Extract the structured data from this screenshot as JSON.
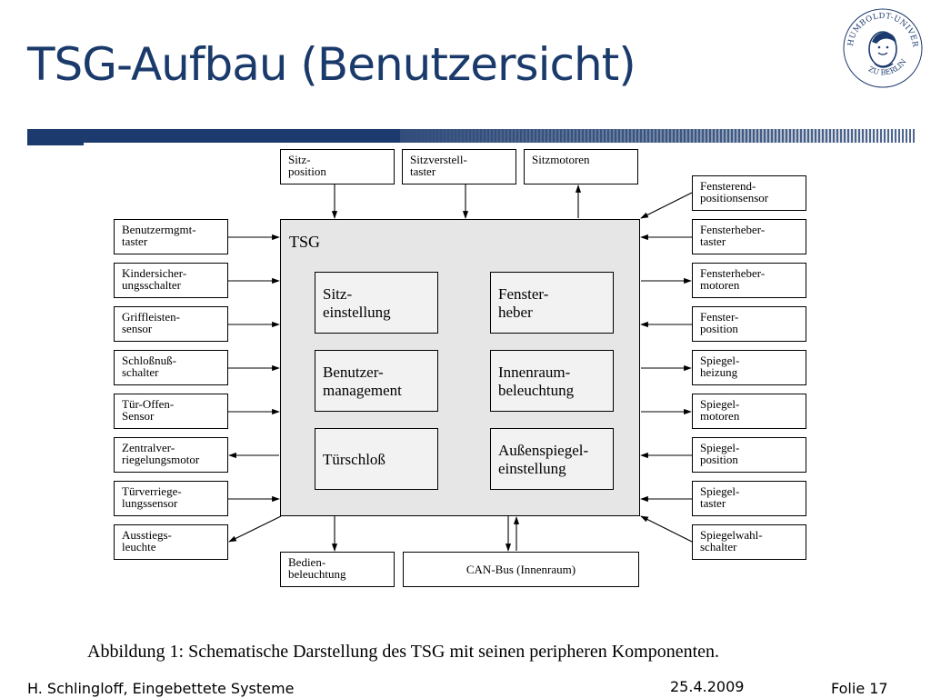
{
  "slide": {
    "title": "TSG-Aufbau (Benutzersicht)",
    "caption": "Abbildung 1: Schematische Darstellung des TSG mit seinen peripheren Komponenten.",
    "footer_left": "H. Schlingloff, Eingebettete Systeme",
    "footer_date": "25.4.2009",
    "footer_right": "Folie 17"
  },
  "logo": {
    "ring_top": "HUMBOLDT-UNIVERSITÄT",
    "ring_bottom": "ZU BERLIN"
  },
  "diagram": {
    "center": "TSG",
    "top": {
      "sitzposition": "Sitz-\nposition",
      "sitzverstelltaster": "Sitzverstell-\ntaster",
      "sitzmotoren": "Sitzmotoren"
    },
    "left": {
      "benutzermgmt": "Benutzermgmt-\ntaster",
      "kindersicherung": "Kindersicher-\nungsschalter",
      "griffleisten": "Griffleisten-\nsensor",
      "schlossnuss": "Schloßnuß-\nschalter",
      "tueroffen": "Tür-Offen-\nSensor",
      "zentralverriegelung": "Zentralver-\nriegelungsmotor",
      "tuerverriegelung": "Türverriege-\nlungssensor",
      "ausstieg": "Ausstiegs-\nleuchte"
    },
    "right": {
      "fensterend": "Fensterend-\npositionsensor",
      "fensterhebertaster": "Fensterheber-\ntaster",
      "fensterhebermotoren": "Fensterheber-\nmotoren",
      "fensterposition": "Fenster-\nposition",
      "spiegelheizung": "Spiegel-\nheizung",
      "spiegelmotoren": "Spiegel-\nmotoren",
      "spiegelposition": "Spiegel-\nposition",
      "spiegeltaster": "Spiegel-\ntaster",
      "spiegelwahl": "Spiegelwahl-\nschalter"
    },
    "bottom": {
      "bedien": "Bedien-\nbeleuchtung",
      "canbus": "CAN-Bus (Innenraum)"
    },
    "modules": {
      "sitz": "Sitz-\neinstellung",
      "fenster": "Fenster-\nheber",
      "benutzer": "Benutzer-\nmanagement",
      "innenraum": "Innenraum-\nbeleuchtung",
      "tuerschloss": "Türschloß",
      "aussenspiegel": "Außenspiegel-\neinstellung"
    }
  }
}
